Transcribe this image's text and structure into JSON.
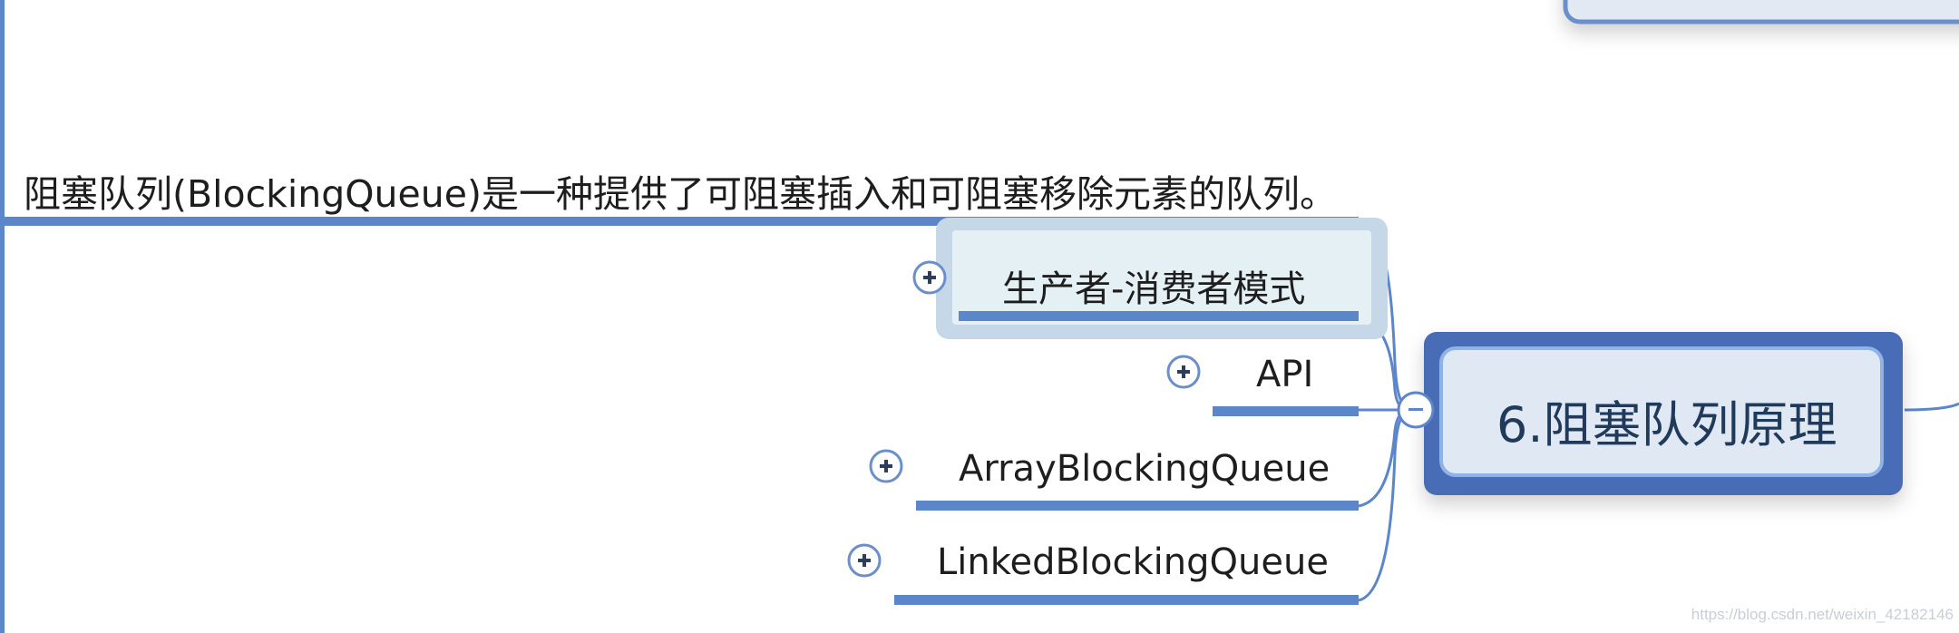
{
  "diagram": {
    "description": "阻塞队列(BlockingQueue)是一种提供了可阻塞插入和可阻塞移除元素的队列。",
    "central_topic": "6.阻塞队列原理",
    "children": [
      {
        "label": "生产者-消费者模式",
        "selected": true,
        "expand_icon": "plus-circle-icon"
      },
      {
        "label": "API",
        "selected": false,
        "expand_icon": "plus-circle-icon"
      },
      {
        "label": "ArrayBlockingQueue",
        "selected": false,
        "expand_icon": "plus-circle-icon"
      },
      {
        "label": "LinkedBlockingQueue",
        "selected": false,
        "expand_icon": "plus-circle-icon"
      }
    ],
    "collapse_icon": "minus-circle-icon"
  },
  "watermark": "https://blog.csdn.net/weixin_42182146",
  "colors": {
    "branch": "#5b86c9",
    "central_border": "#4a6cb6",
    "central_fill": "#dfe8f3",
    "selection": "#c6d7e8",
    "selected_fill": "#e4f0f4"
  }
}
